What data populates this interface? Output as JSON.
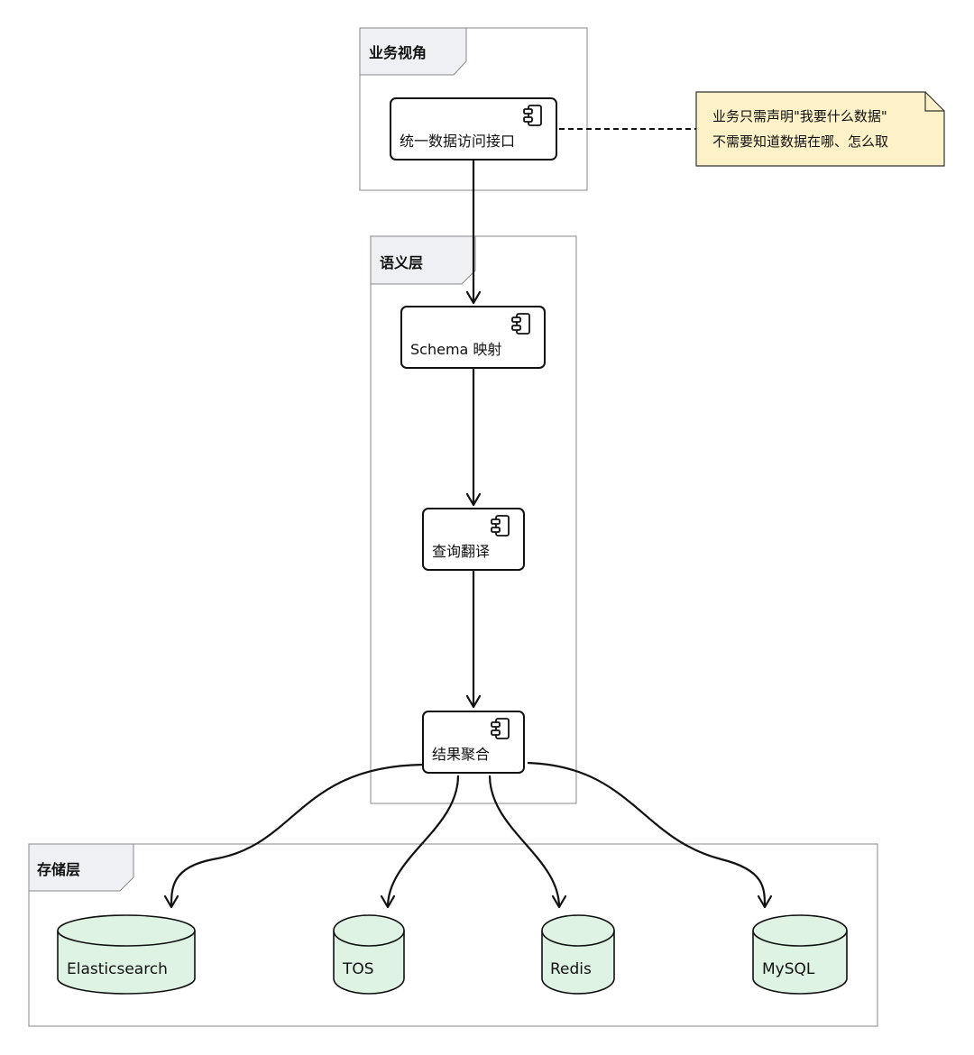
{
  "packages": {
    "business": {
      "title": "业务视角"
    },
    "semantic": {
      "title": "语义层"
    },
    "storage": {
      "title": "存储层"
    }
  },
  "components": {
    "unified_api": "统一数据访问接口",
    "schema_mapping": "Schema 映射",
    "query_translation": "查询翻译",
    "result_aggregation": "结果聚合"
  },
  "databases": {
    "elasticsearch": "Elasticsearch",
    "tos": "TOS",
    "redis": "Redis",
    "mysql": "MySQL"
  },
  "note": {
    "line1": "业务只需声明\"我要什么数据\"",
    "line2": "不需要知道数据在哪、怎么取"
  },
  "colors": {
    "database_fill": "#dff3e4",
    "note_fill": "#fdf2c7",
    "package_tab_fill": "#eef0f3"
  }
}
